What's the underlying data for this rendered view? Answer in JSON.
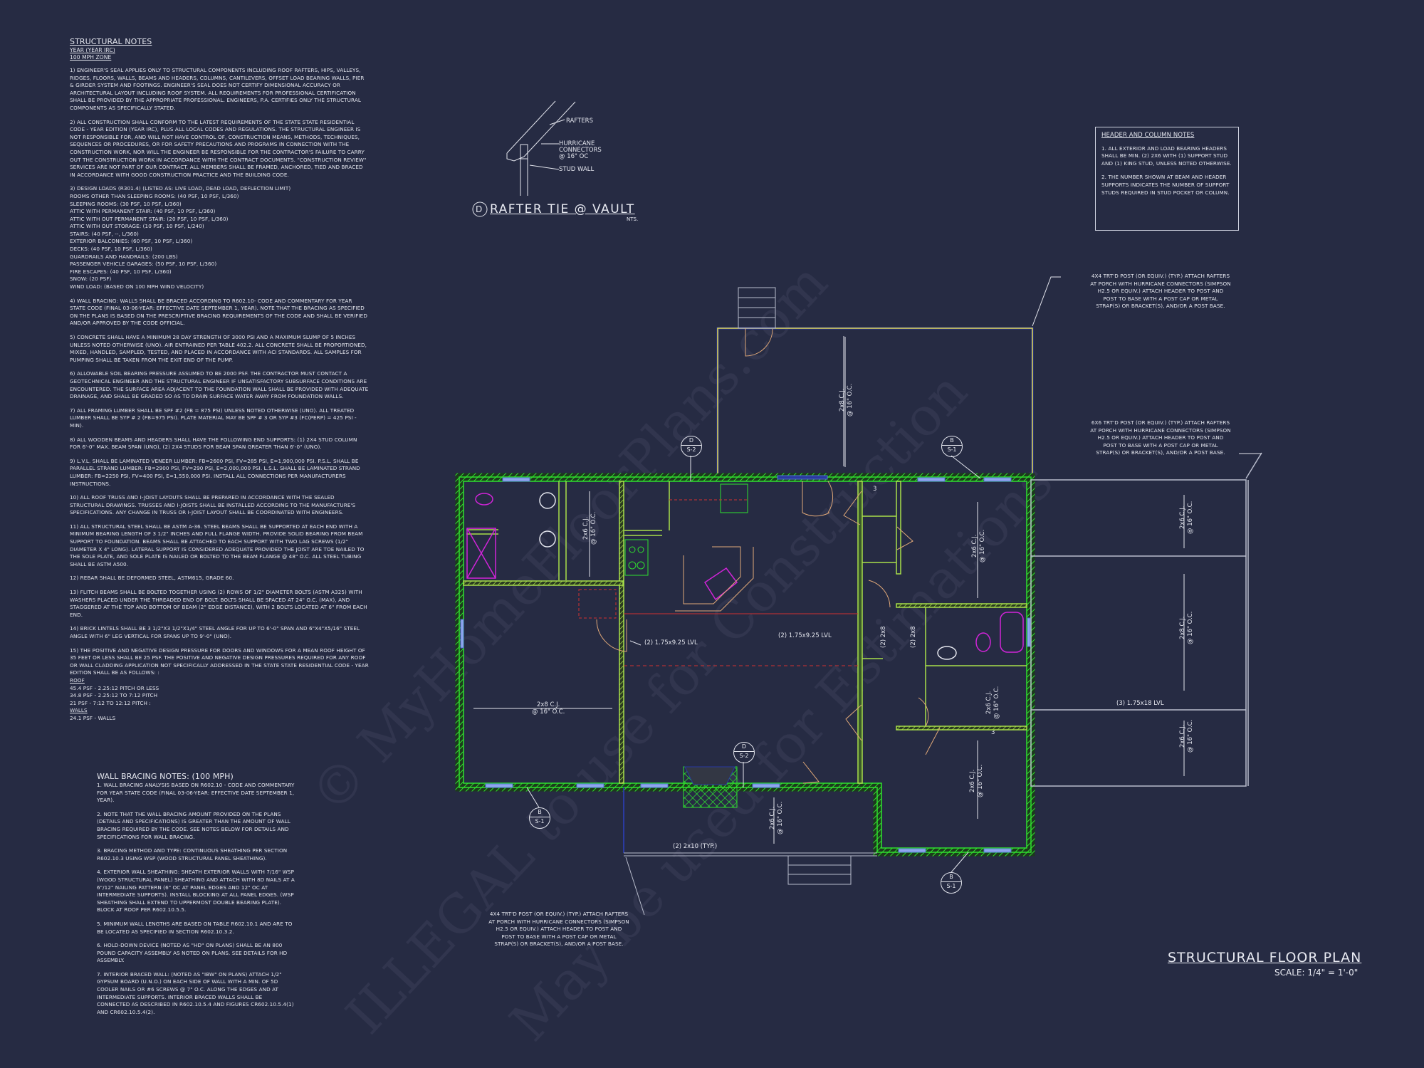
{
  "structural_notes": {
    "title": "STRUCTURAL NOTES",
    "code_year": "YEAR (YEAR IRC)",
    "wind_zone": "100 mph ZONE",
    "items": [
      "1) ENGINEER'S SEAL APPLIES ONLY TO STRUCTURAL COMPONENTS INCLUDING ROOF RAFTERS, HIPS, VALLEYS, RIDGES, FLOORS, WALLS, BEAMS AND HEADERS, COLUMNS, CANTILEVERS, OFFSET LOAD BEARING WALLS, PIER & GIRDER SYSTEM AND FOOTINGS. ENGINEER'S SEAL DOES NOT CERTIFY DIMENSIONAL ACCURACY OR ARCHITECTURAL LAYOUT INCLUDING ROOF SYSTEM. ALL REQUIREMENTS FOR PROFESSIONAL CERTIFICATION SHALL BE PROVIDED BY THE APPROPRIATE PROFESSIONAL. ENGINEERS, P.A. CERTIFIES ONLY THE STRUCTURAL COMPONENTS AS SPECIFICALLY STATED.",
      "2) ALL CONSTRUCTION SHALL CONFORM TO THE LATEST REQUIREMENTS OF THE STATE STATE RESIDENTIAL CODE - YEAR EDITION (YEAR IRC), PLUS ALL LOCAL CODES AND REGULATIONS. THE STRUCTURAL ENGINEER IS NOT RESPONSIBLE FOR, AND WILL NOT HAVE CONTROL OF, CONSTRUCTION MEANS, METHODS, TECHNIQUES, SEQUENCES OR PROCEDURES, OR FOR SAFETY PRECAUTIONS AND PROGRAMS IN CONNECTION WITH THE CONSTRUCTION WORK, NOR WILL THE ENGINEER BE RESPONSIBLE FOR THE CONTRACTOR'S FAILURE TO CARRY OUT THE CONSTRUCTION WORK IN ACCORDANCE WITH THE CONTRACT DOCUMENTS. \"CONSTRUCTION REVIEW\" SERVICES ARE NOT PART OF OUR CONTRACT. ALL MEMBERS SHALL BE FRAMED, ANCHORED, TIED AND BRACED IN ACCORDANCE WITH GOOD CONSTRUCTION PRACTICE AND THE BUILDING CODE.",
      "3) DESIGN LOADS (R301.4) (LISTED AS: LIVE LOAD, DEAD LOAD, DEFLECTION LIMIT)\nROOMS OTHER THAN SLEEPING ROOMS: (40 PSF, 10 PSF, L/360)\nSLEEPING ROOMS: (30 PSF, 10 PSF, L/360)\nATTIC WITH PERMANENT STAIR: (40 PSF, 10 PSF, L/360)\nATTIC WITH OUT PERMANENT STAIR: (20 PSF, 10 PSF, L/360)\nATTIC WITH OUT STORAGE: (10 PSF, 10 PSF, L/240)\nSTAIRS: (40 PSF, --, L/360)\nEXTERIOR BALCONIES: (60 PSF, 10 PSF, L/360)\nDECKS: (40 PSF, 10 PSF, L/360)\nGUARDRAILS AND HANDRAILS: (200 LBS)\nPASSENGER VEHICLE GARAGES: (50 PSF, 10 PSF, L/360)\nFIRE ESCAPES: (40 PSF, 10 PSF, L/360)\nSNOW: (20 PSF)\nWIND LOAD: (BASED ON 100 MPH WIND VELOCITY)",
      "4) WALL BRACING: WALLS SHALL BE BRACED ACCORDING TO R602.10- CODE AND COMMENTARY FOR YEAR STATE CODE (FINAL 03-06-YEAR: EFFECTIVE DATE SEPTEMBER 1, YEAR). NOTE THAT THE BRACING AS SPECIFIED ON THE PLANS IS BASED ON THE PRESCRIPTIVE BRACING REQUIREMENTS OF THE CODE AND SHALL BE VERIFIED AND/OR APPROVED BY THE CODE OFFICIAL.",
      "5) CONCRETE SHALL HAVE A MINIMUM 28 DAY STRENGTH OF 3000 PSI AND A MAXIMUM SLUMP OF 5 INCHES UNLESS NOTED OTHERWISE (UNO). AIR ENTRAINED PER TABLE 402.2. ALL CONCRETE SHALL BE PROPORTIONED, MIXED, HANDLED, SAMPLED, TESTED, AND PLACED IN ACCORDANCE WITH ACI STANDARDS. ALL SAMPLES FOR PUMPING SHALL BE TAKEN FROM THE EXIT END OF THE PUMP.",
      "6) ALLOWABLE SOIL BEARING PRESSURE ASSUMED TO BE 2000 PSF. THE CONTRACTOR MUST CONTACT A GEOTECHNICAL ENGINEER AND THE STRUCTURAL ENGINEER IF UNSATISFACTORY SUBSURFACE CONDITIONS ARE ENCOUNTERED. THE SURFACE AREA ADJACENT TO THE FOUNDATION WALL SHALL BE PROVIDED WITH ADEQUATE DRAINAGE, AND SHALL BE GRADED SO AS TO DRAIN SURFACE WATER AWAY FROM FOUNDATION WALLS.",
      "7) ALL FRAMING LUMBER SHALL BE SPF #2 (Fb = 875 PSI) UNLESS NOTED OTHERWISE (UNO). ALL TREATED LUMBER SHALL BE SYP # 2 (Fb=975 PSI). PLATE MATERIAL MAY BE SPF # 3 OR SYP #3 (Fc(perp) = 425 PSI - MIN).",
      "8) ALL WOODEN BEAMS AND HEADERS SHALL HAVE THE FOLLOWING END SUPPORTS: (1) 2x4 STUD COLUMN FOR 6'-0\" MAX. BEAM SPAN (UNO), (2) 2X4 STUDS FOR BEAM SPAN GREATER THAN 6'-0\" (UNO).",
      "9) L.V.L. SHALL BE LAMINATED VENEER LUMBER: Fb=2600 PSI, Fv=285 PSI, E=1,900,000 PSI. P.S.L. SHALL BE PARALLEL STRAND LUMBER: Fb=2900 PSI, Fv=290 PSI, E=2,000,000 PSI. L.S.L. SHALL BE LAMINATED STRAND LUMBER: Fb=2250 PSI, Fv=400 PSI, E=1,550,000 PSI. INSTALL ALL CONNECTIONS PER MANUFACTURERS INSTRUCTIONS.",
      "10) ALL ROOF TRUSS AND I-JOIST LAYOUTS SHALL BE PREPARED IN ACCORDANCE WITH THE SEALED STRUCTURAL DRAWINGS. TRUSSES AND I-JOISTS SHALL BE INSTALLED ACCORDING TO THE MANUFACTURE'S SPECIFICATIONS. ANY CHANGE IN TRUSS OR I-JOIST LAYOUT SHALL BE COORDINATED WITH ENGINEERS.",
      "11) ALL STRUCTURAL STEEL SHALL BE ASTM A-36. STEEL BEAMS SHALL BE SUPPORTED AT EACH END WITH A MINIMUM BEARING LENGTH OF 3 1/2\" INCHES AND FULL FLANGE WIDTH. PROVIDE SOLID BEARING FROM BEAM SUPPORT TO FOUNDATION. BEAMS SHALL BE ATTACHED TO EACH SUPPORT WITH TWO LAG SCREWS (1/2\" DIAMETER x 4\" LONG). LATERAL SUPPORT IS CONSIDERED ADEQUATE PROVIDED THE JOIST ARE TOE NAILED TO THE SOLE PLATE, AND SOLE PLATE IS NAILED OR BOLTED TO THE BEAM FLANGE @ 48\" O.C. ALL STEEL TUBING SHALL BE ASTM A500.",
      "12) REBAR SHALL BE DEFORMED STEEL, ASTM615, GRADE 60.",
      "13) FLITCH BEAMS SHALL BE BOLTED TOGETHER USING (2) ROWS OF 1/2\" DIAMETER BOLTS (ASTM A325) WITH WASHERS PLACED UNDER THE THREADED END OF BOLT. BOLTS SHALL BE SPACED AT 24\" O.C. (MAX), AND STAGGERED AT THE TOP AND BOTTOM OF BEAM (2\" EDGE DISTANCE), WITH 2 BOLTS LOCATED AT 6\" FROM EACH END.",
      "14) BRICK LINTELS SHALL BE 3 1/2\"x3 1/2\"x1/4\" STEEL ANGLE FOR UP TO 6'-0\" SPAN AND 6\"x4\"x5/16\" STEEL ANGLE WITH 6\" LEG VERTICAL FOR SPANS UP TO 9'-0\" (UNO).",
      "15) THE POSITIVE AND NEGATIVE DESIGN PRESSURE FOR DOORS AND WINDOWS FOR A MEAN ROOF HEIGHT OF 35 FEET OR LESS SHALL BE 25 PSF. THE POSITIVE AND NEGATIVE DESIGN PRESSURES REQUIRED FOR ANY ROOF OR WALL CLADDING APPLICATION NOT SPECIFICALLY ADDRESSED IN THE STATE STATE RESIDENTIAL CODE - YEAR EDITION SHALL BE AS FOLLOWS: :"
    ],
    "roof_heading": "ROOF",
    "roof_values": [
      "45.4 PSF - 2.25:12 PITCH OR LESS",
      "34.8 PSF - 2.25:12 TO 7:12 PITCH",
      "21 PSF - 7:12 TO 12:12 PITCH :"
    ],
    "walls_heading": "WALLS",
    "walls_values": [
      "24.1 PSF - WALLS"
    ]
  },
  "wall_bracing_notes": {
    "title": "WALL BRACING NOTES: (100 MPH)",
    "items": [
      "1. WALL BRACING ANALYSIS BASED ON R602.10 - CODE AND COMMENTARY FOR YEAR STATE CODE (FINAL 03-06-YEAR: EFFECTIVE DATE SEPTEMBER 1, YEAR).",
      "2. NOTE THAT THE WALL BRACING AMOUNT PROVIDED ON THE PLANS (DETAILS AND SPECIFICATIONS) IS GREATER THAN THE AMOUNT OF WALL BRACING REQUIRED BY THE CODE. SEE NOTES BELOW FOR DETAILS AND SPECIFICATIONS FOR WALL BRACING.",
      "3. BRACING METHOD AND TYPE: CONTINUOUS SHEATHING PER SECTION R602.10.3 USING WSP (WOOD STRUCTURAL PANEL SHEATHING).",
      "4. EXTERIOR WALL SHEATHING: SHEATH EXTERIOR WALLS WITH 7/16\" WSP (WOOD STRUCTURAL PANEL) SHEATHING AND ATTACH WITH 8d NAILS AT A 6\"/12\" NAILING PATTERN (6\" OC AT PANEL EDGES AND 12\" OC AT INTERMEDIATE SUPPORTS). INSTALL BLOCKING AT ALL PANEL EDGES. (WSP SHEATHING SHALL EXTEND TO UPPERMOST DOUBLE BEARING PLATE). BLOCK AT ROOF PER R602.10.5.5.",
      "5. MINIMUM WALL LENGTHS ARE BASED ON TABLE R602.10.1 AND ARE TO BE LOCATED AS SPECIFIED IN SECTION R602.10.3.2.",
      "6. HOLD-DOWN DEVICE (NOTED AS \"HD\" ON PLANS) SHALL BE AN 800 POUND CAPACITY ASSEMBLY AS NOTED ON PLANS. SEE DETAILS FOR HD ASSEMBLY.",
      "7. INTERIOR BRACED WALL: (NOTED AS \"IBW\" ON PLANS) ATTACH 1/2\" GYPSUM BOARD (U.N.O.) ON EACH SIDE OF WALL WITH A MIN. OF 5d COOLER NAILS OR #6 SCREWS @ 7\" O.C. ALONG THE EDGES AND AT INTERMEDIATE SUPPORTS. INTERIOR BRACED WALLS SHALL BE CONNECTED AS DESCRIBED IN R602.10.5.4 AND FIGURES CR602.10.5.4(1) AND CR602.10.5.4(2)."
    ]
  },
  "header_column_notes": {
    "title": "HEADER AND COLUMN NOTES",
    "items": [
      "1. ALL EXTERIOR AND LOAD BEARING HEADERS SHALL BE MIN. (2) 2x6 WITH (1) SUPPORT STUD AND (1) KING STUD, UNLESS NOTED OTHERWISE.",
      "2. THE NUMBER SHOWN AT BEAM AND HEADER SUPPORTS INDICATES THE NUMBER OF SUPPORT STUDS REQUIRED IN STUD POCKET OR COLUMN."
    ]
  },
  "detail": {
    "tag": "D",
    "title": "RAFTER TIE @ VAULT",
    "scale": "NTS.",
    "labels": {
      "rafters": "RAFTERS",
      "hurricane": "HURRICANE\nCONNECTORS\n@ 16\" OC",
      "stud_wall": "STUD WALL"
    }
  },
  "callouts": {
    "post_4x4_top": "4x4 TRT'D POST (OR EQUIV.) (TYP.) ATTACH RAFTERS\nAT PORCH WITH HURRICANE CONNECTORS (SIMPSON\nH2.5 OR EQUIV.) ATTACH HEADER TO POST AND\nPOST TO BASE WITH A POST CAP OR METAL\nSTRAP(S) OR BRACKET(S), AND/OR A POST BASE.",
    "post_6x6_right": "6x6 TRT'D POST (OR EQUIV.) (TYP.) ATTACH RAFTERS\nAT PORCH WITH HURRICANE CONNECTORS (SIMPSON\nH2.5 OR EQUIV.) ATTACH HEADER TO POST AND\nPOST TO BASE WITH A POST CAP OR METAL\nSTRAP(S) OR BRACKET(S), AND/OR A POST BASE.",
    "post_4x4_bottom": "4x4 TRT'D POST (OR EQUIV.) (TYP.) ATTACH RAFTERS\nAT PORCH WITH HURRICANE CONNECTORS (SIMPSON\nH2.5 OR EQUIV.) ATTACH HEADER TO POST AND\nPOST TO BASE WITH A POST CAP OR METAL\nSTRAP(S) OR BRACKET(S), AND/OR A POST BASE."
  },
  "plan_labels": {
    "cj_2x8": "2x8 C.J.\n@ 16\" O.C.",
    "cj_2x6": "2x6 C.J.\n@ 16\" O.C.",
    "lvl_left": "(2) 1.75x9.25 LVL",
    "lvl_mid": "(2) 1.75x9.25 LVL",
    "lvl_porch": "(3) 1.75x18 LVL",
    "beam_2x8_a": "(2) 2x8",
    "beam_2x8_b": "(2) 2x8",
    "beam_2x10": "(2) 2x10 (TYP.)",
    "stud_count": "3"
  },
  "section_markers": [
    {
      "letter": "D",
      "sheet": "S-2"
    },
    {
      "letter": "B",
      "sheet": "S-1"
    },
    {
      "letter": "D",
      "sheet": "S-2"
    },
    {
      "letter": "B",
      "sheet": "S-1"
    },
    {
      "letter": "B",
      "sheet": "S-1"
    }
  ],
  "title_block": {
    "title": "STRUCTURAL FLOOR PLAN",
    "scale": "SCALE: 1/4\" = 1'-0\""
  },
  "watermark": {
    "line1": "© MyHomeFloorPlans.com",
    "line2": "ILLEGAL to use for Construction",
    "line3": "May be used for Estimations"
  },
  "colors": {
    "background": "#262b43",
    "exterior_wall": "#2fe02f",
    "interior_wall": "#a8e04a",
    "porch_outline": "#e6d94a",
    "door_swing": "#e0a878",
    "window": "#8fa6ee",
    "fixture": "#d024d8",
    "beam_red": "#d03030",
    "text": "#e4e6ee"
  }
}
